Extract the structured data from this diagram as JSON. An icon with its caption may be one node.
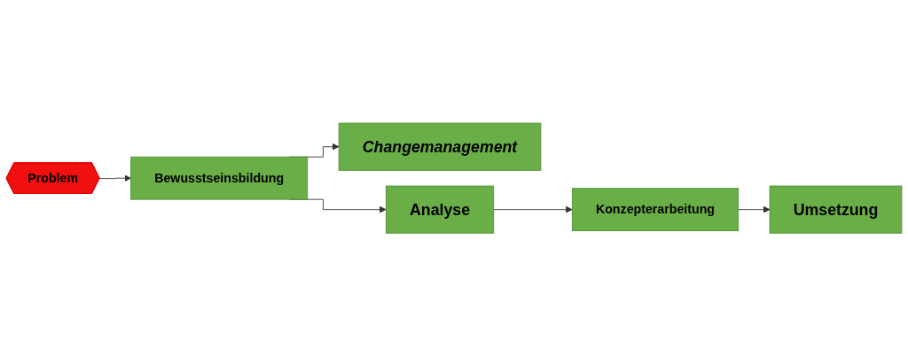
{
  "diagram": {
    "nodes": [
      {
        "text": [
          "Problem"
        ]
      },
      {
        "text": [
          "Bewusstseinsbildung"
        ]
      },
      {
        "text": [
          "Changemanagement"
        ]
      },
      {
        "text": [
          "Analyse"
        ]
      },
      {
        "text": [
          "Konzepterarbeitung"
        ]
      },
      {
        "text": [
          "Umsetzung"
        ]
      }
    ],
    "edges": [
      {
        "from": 0,
        "to": 1,
        "arrow": "to"
      },
      {
        "from": 1,
        "to": 2,
        "arrow": "to"
      },
      {
        "from": 1,
        "to": 3,
        "arrow": "to"
      },
      {
        "from": 3,
        "to": 4,
        "arrow": "to"
      },
      {
        "from": 4,
        "to": 5,
        "arrow": "to"
      }
    ]
  }
}
